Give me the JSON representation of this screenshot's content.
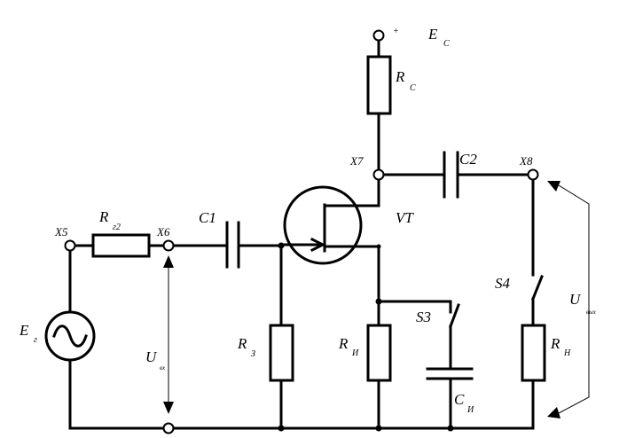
{
  "labels": {
    "ec_plus": "+",
    "ec_main": "E",
    "ec_sub": "C",
    "rc_main": "R",
    "rc_sub": "C",
    "x7": "X7",
    "c2": "C2",
    "x8": "X8",
    "vt": "VT",
    "c1": "C1",
    "x5": "X5",
    "x6": "X6",
    "rg_main": "R",
    "rg_sub": "г2",
    "eg_main": "E",
    "eg_sub": "г",
    "uin_main": "U",
    "uin_sub": "вх",
    "rz_main": "R",
    "rz_sub": "З",
    "ri_main": "R",
    "ri_sub": "И",
    "s3": "S3",
    "ci_main": "C",
    "ci_sub": "И",
    "s4": "S4",
    "rn_main": "R",
    "rn_sub": "Н",
    "uout_main": "U",
    "uout_sub": "вых"
  }
}
